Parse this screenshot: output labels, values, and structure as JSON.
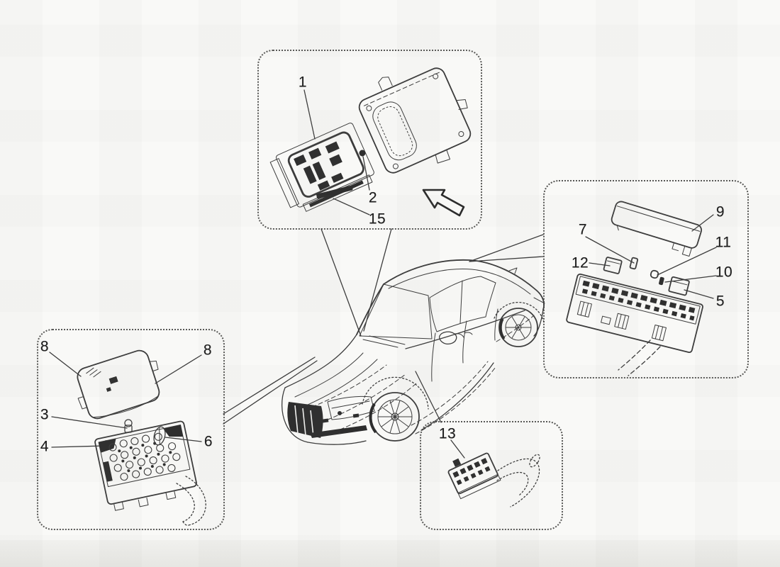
{
  "page": {
    "background_color": "#f9f9f7",
    "ink_color": "#3c3c3c",
    "scan_band_color": "#e6e6e2"
  },
  "icons": {
    "direction_arrow": "up-left-outline-arrow"
  },
  "callouts": {
    "c1": {
      "label": "1"
    },
    "c2": {
      "label": "2"
    },
    "c15": {
      "label": "15"
    },
    "c9": {
      "label": "9"
    },
    "c7": {
      "label": "7"
    },
    "c11": {
      "label": "11"
    },
    "c12": {
      "label": "12"
    },
    "c10": {
      "label": "10"
    },
    "c5": {
      "label": "5"
    },
    "c8_left": {
      "label": "8"
    },
    "c8_right": {
      "label": "8"
    },
    "c3": {
      "label": "3"
    },
    "c4": {
      "label": "4"
    },
    "c6": {
      "label": "6"
    },
    "c13": {
      "label": "13"
    }
  }
}
